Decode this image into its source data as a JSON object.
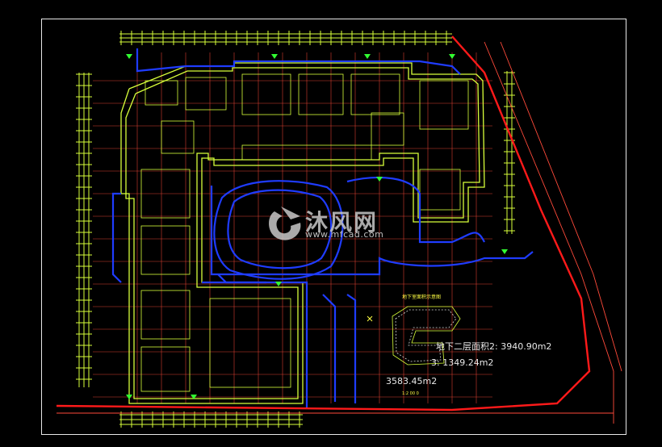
{
  "areas": {
    "area_2": "地下二层面积2: 3940.90m2",
    "area_3": "3: 1349.24m2",
    "area_1": "3583.45m2"
  },
  "watermark": {
    "brand": "沐风网",
    "url": "www.mfcad.com",
    "logo_icon": "mfcad-logo-icon"
  },
  "colors": {
    "background": "#000000",
    "grid": "#d8ff3a",
    "wall": "#ff3b3b",
    "pipe": "#1f3cff",
    "frame": "#e8e8e8"
  }
}
